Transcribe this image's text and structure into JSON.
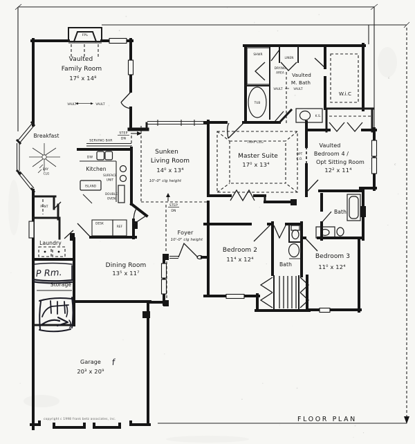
{
  "title": "FLOOR PLAN",
  "footer": {
    "copyright": "copyright c 1998 frank betz associates, inc."
  },
  "colors": {
    "ink": "#181818",
    "paper": "#f7f7f4",
    "pen": "#1e1e26"
  },
  "rooms": {
    "family": {
      "line1": "Vaulted",
      "line2": "Family Room",
      "dims": "17⁶ x 14⁸"
    },
    "breakfast": {
      "name": "Breakfast"
    },
    "kitchen": {
      "name": "Kitchen"
    },
    "living": {
      "line1": "Sunken",
      "line2": "Living Room",
      "dims": "14⁰ x 13⁴",
      "note": "10'-0\" clg height"
    },
    "master": {
      "name": "Master Suite",
      "dims": "17⁰ x 13⁴"
    },
    "mbath": {
      "line1": "Vaulted",
      "line2": "M. Bath"
    },
    "wic": {
      "name": "W.i.C"
    },
    "bed4": {
      "line1": "Vaulted",
      "line2": "Bedroom 4 /",
      "line3": "Opt Sitting Room",
      "dims": "12² x 11⁴"
    },
    "bath2": {
      "name": "Bath"
    },
    "bath3": {
      "name": "Bath"
    },
    "bed2": {
      "name": "Bedroom 2",
      "dims": "11⁴ x 12⁴"
    },
    "bed3": {
      "name": "Bedroom 3",
      "dims": "11⁰ x 12⁴"
    },
    "dining": {
      "name": "Dining Room",
      "dims": "13⁵ x 11⁷"
    },
    "foyer": {
      "name": "Foyer",
      "note": "10'-0\" clg height"
    },
    "laundry": {
      "name": "Laundry"
    },
    "storage": {
      "name": "Storage"
    },
    "garage": {
      "name": "Garage",
      "dims": "20³ x 20⁹"
    }
  },
  "annotations": {
    "fpl": "FPL",
    "serving_bar": "SERVING BAR",
    "step": "STEP",
    "dn": "DN",
    "dw": "DW",
    "island": "ISLAND",
    "surface": "SURFACE",
    "unit": "UNIT",
    "double": "DOUBLE",
    "oven": "OVEN",
    "desk": "DESK",
    "ref": "REF",
    "pant": "PANT",
    "bay": "BAY",
    "clg": "CLG",
    "tray_clg": "TRAY CLG",
    "opt": "OPT",
    "co": "C.O.",
    "vault": "VAULT",
    "shwr": "SHWR",
    "drying": "DRYING",
    "area": "AREA",
    "linen": "LINEN",
    "tub": "TUB",
    "ks": "K.S."
  },
  "handwriting": {
    "p_rm": "P Rm.",
    "mark": "f"
  },
  "artifacts": {
    "c1": "c",
    "c2": "c"
  }
}
